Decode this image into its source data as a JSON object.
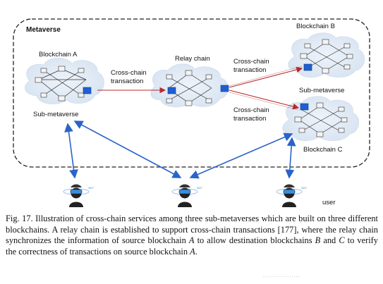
{
  "diagram": {
    "container_label": "Metaverse",
    "blockchain_a": "Blockchain A",
    "blockchain_b": "Blockchain B",
    "blockchain_c": "Blockchain C",
    "relay_chain": "Relay chain",
    "sub_metaverse_left": "Sub-metaverse",
    "sub_metaverse_right": "Sub-metaverse",
    "ctx_ar_line1": "Cross-chain",
    "ctx_ar_line2": "transaction",
    "ctx_rb_line1": "Cross-chain",
    "ctx_rb_line2": "transaction",
    "ctx_rc_line1": "Cross-chain",
    "ctx_rc_line2": "transaction",
    "user_label": "user",
    "colors": {
      "accent_block": "#1f5fd1",
      "arrow_red": "#b52a2a",
      "arrow_blue": "#2a63c9",
      "cloud": "#e4edf7"
    }
  },
  "caption": {
    "p1": "Fig. 17.  Illustration of cross-chain services among three sub-metaverses which are built on three different blockchains. A relay chain is established to support cross-chain transactions [177], where the relay chain synchronizes the information of source blockchain ",
    "a": "A",
    "p2": " to allow destination blockchains ",
    "b": "B",
    "p3": " and ",
    "c": "C",
    "p4": " to verify the correctness of transactions on source blockchain ",
    "a2": "A",
    "p5": "."
  },
  "watermark": "·················"
}
